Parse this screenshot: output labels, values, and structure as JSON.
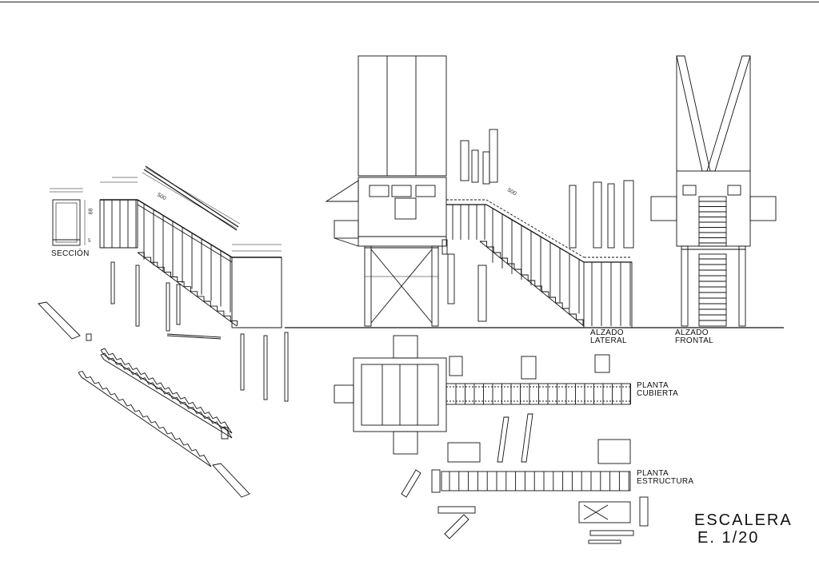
{
  "labels": {
    "seccion": "SECCIÓN",
    "alzado_lateral_1": "ALZADO",
    "alzado_lateral_2": "LATERAL",
    "alzado_frontal_1": "ALZADO",
    "alzado_frontal_2": "FRONTAL",
    "planta_cubierta_1": "PLANTA",
    "planta_cubierta_2": "CUBIERTA",
    "planta_estructura_1": "PLANTA",
    "planta_estructura_2": "ESTRUCTURA"
  },
  "title": {
    "line1": "ESCALERA",
    "line2": "E. 1/20"
  },
  "dims": {
    "d500a": "500",
    "d500b": "500",
    "d68": "68",
    "d5": "5"
  }
}
